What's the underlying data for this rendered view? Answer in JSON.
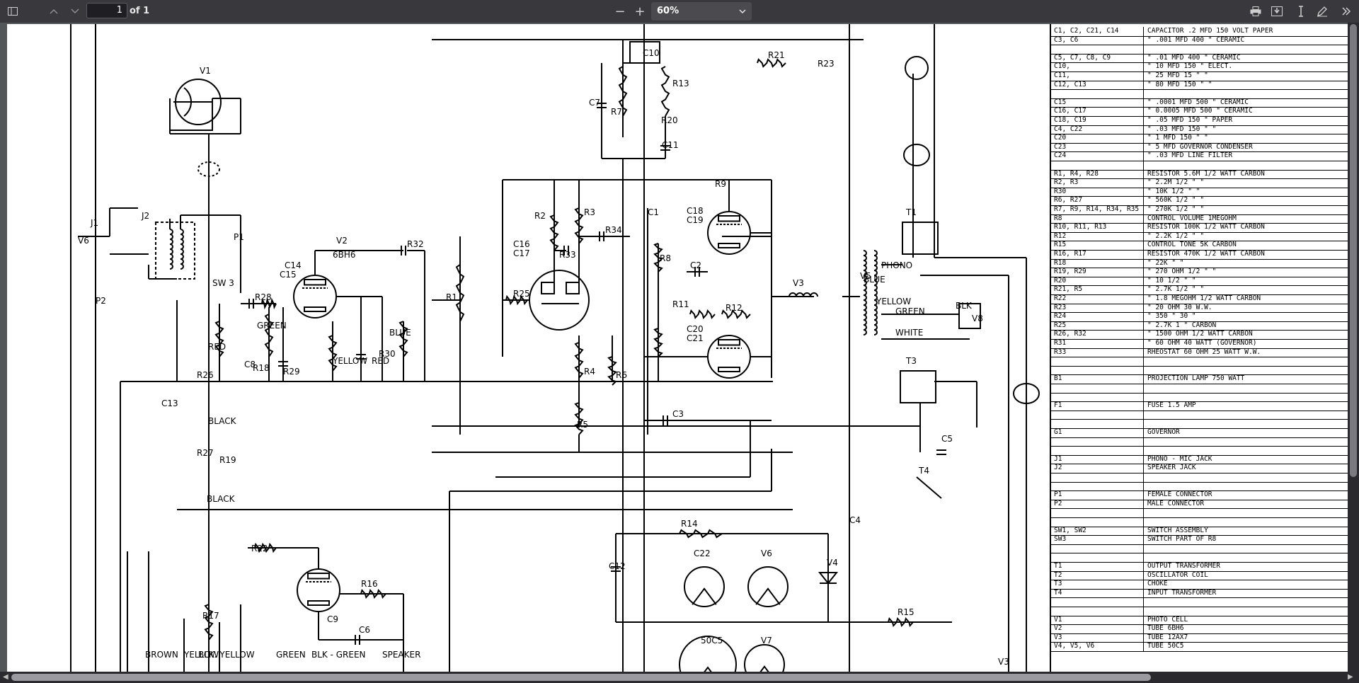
{
  "toolbar": {
    "page_current": "1",
    "page_of": "of 1",
    "zoom_level": "60%",
    "zoom_out": "−",
    "zoom_in": "+"
  },
  "schematic": {
    "labels": [
      "V1",
      "V2",
      "6BH6",
      "V3",
      "12AX7",
      "V4",
      "50C5",
      "V5",
      "50C5",
      "V6",
      "50C5",
      "V7",
      "V4",
      "V5",
      "V3",
      "V6",
      "V8",
      "T1",
      "T3",
      "T4",
      "J1",
      "J2",
      "P1",
      "P2",
      "SW 3",
      "PHONO",
      "YELLOW",
      "GREEN",
      "WHITE",
      "BLK",
      "BLUE",
      "BROWN",
      "YELLOW",
      "BLK. YELLOW",
      "GREEN",
      "BLK - GREEN",
      "SPEAKER",
      "RED",
      "BLACK",
      "BLACK",
      "GREEN",
      "YELLOW",
      "RED",
      "BLUE",
      "R1",
      "R2",
      "R3",
      "R4",
      "R5",
      "R6",
      "R7",
      "R8",
      "R9",
      "R11",
      "R12",
      "R13",
      "R14",
      "R15",
      "R16",
      "R17",
      "R18",
      "R19",
      "R20",
      "R21",
      "R22",
      "R23",
      "R25",
      "R26",
      "R27",
      "R28",
      "R29",
      "R30",
      "R32",
      "R33",
      "R34",
      "C1",
      "C2",
      "C3",
      "C4",
      "C5",
      "C6",
      "C7",
      "C8",
      "C9",
      "C10",
      "C11",
      "C12",
      "C13",
      "C14",
      "C15",
      "C16",
      "C17",
      "C18",
      "C19",
      "C20",
      "C21",
      "C22"
    ]
  },
  "parts_list": [
    [
      "C1, C2, C21, C14",
      "CAPACITOR   .2 MFD    150 VOLT PAPER"
    ],
    [
      "C3, C6",
      "\"      .001 MFD    400   \"   CERAMIC"
    ],
    [
      "",
      ""
    ],
    [
      "C5, C7, C8, C9",
      "\"      .01 MFD    400   \"   CERAMIC"
    ],
    [
      "C10,",
      "\"      10 MFD    150   \"   ELECT."
    ],
    [
      "C11,",
      "\"      25 MFD    15   \"    \""
    ],
    [
      "C12, C13",
      "\"      80 MFD    150   \"    \""
    ],
    [
      "",
      ""
    ],
    [
      "C15",
      "\"      .0001 MFD    500   \"   CERAMIC"
    ],
    [
      "C16, C17",
      "\"      0.0005 MFD    500   \"   CERAMIC"
    ],
    [
      "C18, C19",
      "\"      .05 MFD    150   \"   PAPER"
    ],
    [
      "C4, C22",
      "\"      .03 MFD    150   \"    \""
    ],
    [
      "C20",
      "\"      1 MFD    150   \"    \""
    ],
    [
      "C23",
      "\"      5 MFD    GOVERNOR CONDENSER"
    ],
    [
      "C24",
      "\"      .03 MFD    LINE FILTER"
    ],
    [
      "",
      ""
    ],
    [
      "R1, R4, R28",
      "RESISTOR   5.6M   1/2 WATT CARBON"
    ],
    [
      "R2, R3",
      "\"      2.2M   1/2   \"    \""
    ],
    [
      "R30",
      "\"      10K   1/2   \"    \""
    ],
    [
      "R6, R27",
      "\"      560K   1/2   \"    \""
    ],
    [
      "R7, R9, R14, R34, R35",
      "\"      270K   1/2   \"    \""
    ],
    [
      "R8",
      "CONTROL  VOLUME  1MEGOHM"
    ],
    [
      "R10, R11, R13",
      "RESISTOR   100K   1/2 WATT CARBON"
    ],
    [
      "R12",
      "\"      2.2K   1/2   \"    \""
    ],
    [
      "R15",
      "CONTROL  TONE  5K  CARBON"
    ],
    [
      "R16, R17",
      "RESISTOR   470K   1/2 WATT CARBON"
    ],
    [
      "R18",
      "\"      22K   \"    \""
    ],
    [
      "R19, R29",
      "\"      270 OHM  1/2   \"    \""
    ],
    [
      "R20",
      "\"      10   1/2   \"    \""
    ],
    [
      "R21, R5",
      "\"      2.7K   1/2   \"    \""
    ],
    [
      "R22",
      "\"      1.8 MEGOHM  1/2 WATT CARBON"
    ],
    [
      "R23",
      "\"      20 OHM    30    W.W."
    ],
    [
      "R24",
      "\"      350   \"    30    \""
    ],
    [
      "R25",
      "\"      2.7K    1    \"   CARBON"
    ],
    [
      "R26, R32",
      "\"      1500 OHM 1/2 WATT CARBON"
    ],
    [
      "R31",
      "\"      60 OHM 40 WATT  (GOVERNOR)"
    ],
    [
      "R33",
      "RHEOSTAT   60 OHM 25 WATT W.W."
    ],
    [
      "",
      ""
    ],
    [
      "",
      ""
    ],
    [
      "B1",
      "PROJECTION LAMP     750 WATT"
    ],
    [
      "",
      ""
    ],
    [
      "",
      ""
    ],
    [
      "F1",
      "FUSE     1.5 AMP"
    ],
    [
      "",
      ""
    ],
    [
      "",
      ""
    ],
    [
      "G1",
      "GOVERNOR"
    ],
    [
      "",
      ""
    ],
    [
      "",
      ""
    ],
    [
      "J1",
      "PHONO - MIC JACK"
    ],
    [
      "J2",
      "SPEAKER JACK"
    ],
    [
      "",
      ""
    ],
    [
      "",
      ""
    ],
    [
      "P1",
      "FEMALE CONNECTOR"
    ],
    [
      "P2",
      "MALE CONNECTOR"
    ],
    [
      "",
      ""
    ],
    [
      "",
      ""
    ],
    [
      "SW1, SW2",
      "SWITCH ASSEMBLY"
    ],
    [
      "SW3",
      "SWITCH    PART OF R8"
    ],
    [
      "",
      ""
    ],
    [
      "",
      ""
    ],
    [
      "T1",
      "OUTPUT TRANSFORMER"
    ],
    [
      "T2",
      "OSCILLATOR COIL"
    ],
    [
      "T3",
      "CHOKE"
    ],
    [
      "T4",
      "INPUT TRANSFORMER"
    ],
    [
      "",
      ""
    ],
    [
      "",
      ""
    ],
    [
      "V1",
      "PHOTO CELL"
    ],
    [
      "V2",
      "TUBE 6BH6"
    ],
    [
      "V3",
      "TUBE 12AX7"
    ],
    [
      "V4, V5, V6",
      "TUBE 50C5"
    ]
  ]
}
